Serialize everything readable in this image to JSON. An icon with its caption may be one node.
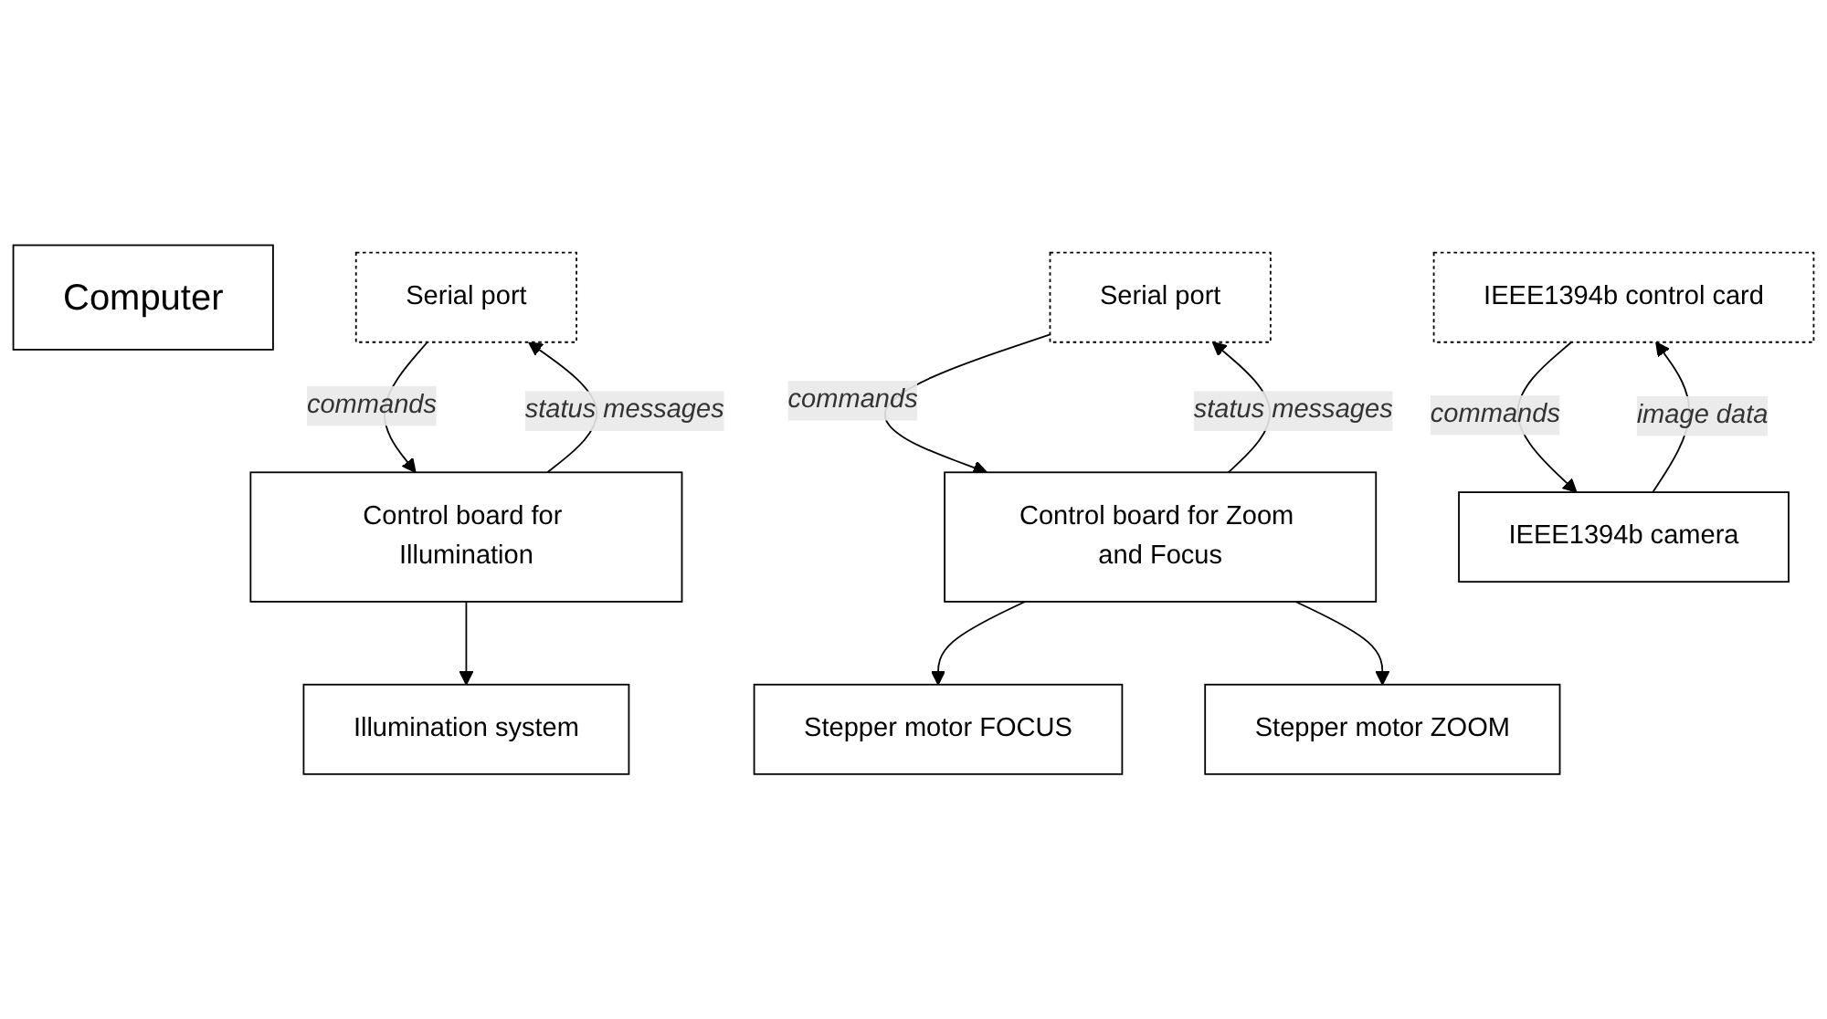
{
  "diagram": {
    "nodes": [
      {
        "text": [
          "Computer"
        ]
      },
      {
        "text": [
          "Serial port"
        ]
      },
      {
        "text": [
          "Serial port"
        ]
      },
      {
        "text": [
          "IEEE1394b control card"
        ]
      },
      {
        "text": [
          "Control board for Illumination"
        ]
      },
      {
        "text": [
          "Control board for Zoom and Focus"
        ]
      },
      {
        "text": [
          "IEEE1394b camera"
        ]
      },
      {
        "text": [
          "Illumination system"
        ]
      },
      {
        "text": [
          "Stepper motor FOCUS"
        ]
      },
      {
        "text": [
          "Stepper motor ZOOM"
        ]
      }
    ],
    "edges": [
      {
        "from": 1,
        "to": 4,
        "arrow": "to",
        "label": "commands"
      },
      {
        "from": 4,
        "to": 1,
        "arrow": "to",
        "label": "status messages"
      },
      {
        "from": 2,
        "to": 5,
        "arrow": "to",
        "label": "commands"
      },
      {
        "from": 5,
        "to": 2,
        "arrow": "to",
        "label": "status messages"
      },
      {
        "from": 3,
        "to": 6,
        "arrow": "to",
        "label": "commands"
      },
      {
        "from": 6,
        "to": 3,
        "arrow": "to",
        "label": "image data"
      },
      {
        "from": 4,
        "to": 7,
        "arrow": "to"
      },
      {
        "from": 5,
        "to": 8,
        "arrow": "to"
      },
      {
        "from": 5,
        "to": 9,
        "arrow": "to"
      }
    ]
  }
}
